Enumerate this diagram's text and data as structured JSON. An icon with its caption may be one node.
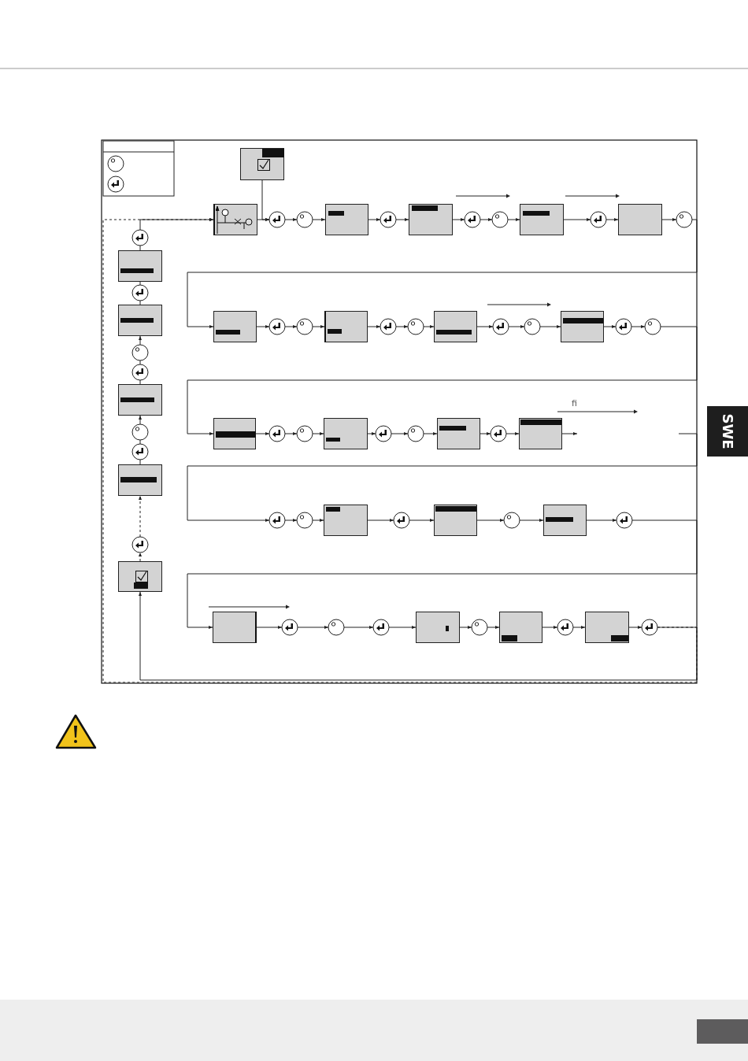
{
  "diagram": {
    "nodes": [
      {
        "text": [],
        "shape": "box"
      },
      {
        "text": [],
        "shape": "box"
      },
      {
        "text": [],
        "shape": "button"
      },
      {
        "text": [],
        "shape": "circle"
      },
      {
        "text": [],
        "shape": "box"
      },
      {
        "text": [],
        "shape": "button"
      },
      {
        "text": [],
        "shape": "box"
      },
      {
        "text": [],
        "shape": "button"
      },
      {
        "text": [],
        "shape": "circle"
      },
      {
        "text": [],
        "shape": "box"
      },
      {
        "text": [],
        "shape": "button"
      },
      {
        "text": [],
        "shape": "box"
      },
      {
        "text": [],
        "shape": "circle"
      },
      {
        "text": [],
        "shape": "box"
      },
      {
        "text": [],
        "shape": "button"
      },
      {
        "text": [],
        "shape": "circle"
      },
      {
        "text": [],
        "shape": "box"
      },
      {
        "text": [],
        "shape": "button"
      },
      {
        "text": [],
        "shape": "circle"
      },
      {
        "text": [],
        "shape": "box"
      },
      {
        "text": [],
        "shape": "button"
      },
      {
        "text": [],
        "shape": "circle"
      },
      {
        "text": [],
        "shape": "box"
      },
      {
        "text": [],
        "shape": "button"
      },
      {
        "text": [],
        "shape": "circle"
      },
      {
        "text": [],
        "shape": "box"
      },
      {
        "text": [],
        "shape": "button"
      },
      {
        "text": [],
        "shape": "circle"
      },
      {
        "text": [],
        "shape": "box"
      },
      {
        "text": [],
        "shape": "button"
      },
      {
        "text": [],
        "shape": "circle"
      },
      {
        "text": [],
        "shape": "box"
      },
      {
        "text": [],
        "shape": "button"
      },
      {
        "text": [],
        "shape": "box"
      },
      {
        "text": [],
        "shape": "button"
      },
      {
        "text": [],
        "shape": "circle"
      },
      {
        "text": [],
        "shape": "box"
      },
      {
        "text": [],
        "shape": "button"
      },
      {
        "text": [],
        "shape": "box"
      },
      {
        "text": [],
        "shape": "circle"
      },
      {
        "text": [],
        "shape": "box"
      },
      {
        "text": [],
        "shape": "button"
      },
      {
        "text": [],
        "shape": "box"
      },
      {
        "text": [],
        "shape": "button"
      },
      {
        "text": [],
        "shape": "circle"
      },
      {
        "text": [],
        "shape": "button"
      },
      {
        "text": [],
        "shape": "box"
      },
      {
        "text": [],
        "shape": "circle"
      },
      {
        "text": [],
        "shape": "box"
      },
      {
        "text": [],
        "shape": "button"
      },
      {
        "text": [],
        "shape": "box"
      },
      {
        "text": [],
        "shape": "button"
      },
      {
        "text": [],
        "shape": "button"
      },
      {
        "text": [],
        "shape": "box"
      },
      {
        "text": [],
        "shape": "button"
      },
      {
        "text": [],
        "shape": "box"
      },
      {
        "text": [],
        "shape": "circle"
      },
      {
        "text": [],
        "shape": "button"
      },
      {
        "text": [],
        "shape": "box"
      },
      {
        "text": [],
        "shape": "circle"
      },
      {
        "text": [],
        "shape": "button"
      },
      {
        "text": [],
        "shape": "box"
      },
      {
        "text": [],
        "shape": "button"
      },
      {
        "text": [],
        "shape": "box"
      }
    ],
    "edges": [
      {
        "from": 0,
        "to": 2,
        "arrow": "to"
      },
      {
        "from": 1,
        "to": 2,
        "arrow": "to"
      },
      {
        "from": 2,
        "to": 3,
        "arrow": "to"
      },
      {
        "from": 3,
        "to": 4,
        "arrow": "to"
      },
      {
        "from": 4,
        "to": 5,
        "arrow": "to"
      },
      {
        "from": 5,
        "to": 6,
        "arrow": "to"
      },
      {
        "from": 6,
        "to": 7,
        "arrow": "to"
      },
      {
        "from": 7,
        "to": 8,
        "arrow": "to"
      },
      {
        "from": 8,
        "to": 9,
        "arrow": "to"
      },
      {
        "from": 9,
        "to": 10,
        "arrow": "to"
      },
      {
        "from": 10,
        "to": 11,
        "arrow": "to"
      },
      {
        "from": 11,
        "to": 12,
        "arrow": "to"
      },
      {
        "from": 12,
        "to": 13,
        "arrow": "to"
      },
      {
        "from": 13,
        "to": 14,
        "arrow": "to"
      },
      {
        "from": 14,
        "to": 15,
        "arrow": "to"
      },
      {
        "from": 15,
        "to": 16,
        "arrow": "to"
      },
      {
        "from": 16,
        "to": 17,
        "arrow": "to"
      },
      {
        "from": 17,
        "to": 18,
        "arrow": "to"
      },
      {
        "from": 18,
        "to": 19,
        "arrow": "to"
      },
      {
        "from": 19,
        "to": 20,
        "arrow": "to"
      },
      {
        "from": 20,
        "to": 21,
        "arrow": "to"
      },
      {
        "from": 21,
        "to": 22,
        "arrow": "to"
      },
      {
        "from": 22,
        "to": 23,
        "arrow": "to"
      },
      {
        "from": 23,
        "to": 24,
        "arrow": "to"
      },
      {
        "from": 24,
        "to": 25,
        "arrow": "to"
      },
      {
        "from": 25,
        "to": 26,
        "arrow": "to"
      },
      {
        "from": 26,
        "to": 27,
        "arrow": "to"
      },
      {
        "from": 27,
        "to": 28,
        "arrow": "to"
      },
      {
        "from": 28,
        "to": 29,
        "arrow": "to"
      },
      {
        "from": 29,
        "to": 30,
        "arrow": "to"
      },
      {
        "from": 30,
        "to": 31,
        "arrow": "to"
      },
      {
        "from": 31,
        "to": 32,
        "arrow": "to"
      },
      {
        "from": 32,
        "to": 33,
        "arrow": "to"
      },
      {
        "from": 33,
        "to": null,
        "arrow": "to"
      },
      {
        "from": null,
        "to": 34,
        "arrow": "to"
      },
      {
        "from": 34,
        "to": 35,
        "arrow": "to"
      },
      {
        "from": 35,
        "to": 36,
        "arrow": "to"
      },
      {
        "from": 36,
        "to": 37,
        "arrow": "to"
      },
      {
        "from": 37,
        "to": 38,
        "arrow": "to"
      },
      {
        "from": 38,
        "to": 39,
        "arrow": "to"
      },
      {
        "from": 39,
        "to": 40,
        "arrow": "to"
      },
      {
        "from": 40,
        "to": 41,
        "arrow": "to"
      },
      {
        "from": 41,
        "to": 42,
        "arrow": "to"
      },
      {
        "from": 42,
        "to": 43,
        "arrow": "to"
      },
      {
        "from": 43,
        "to": 44,
        "arrow": "to"
      },
      {
        "from": 44,
        "to": 45,
        "arrow": "to"
      },
      {
        "from": 45,
        "to": 46,
        "arrow": "to"
      },
      {
        "from": 46,
        "to": 47,
        "arrow": "to"
      },
      {
        "from": 47,
        "to": 48,
        "arrow": "to"
      },
      {
        "from": 48,
        "to": 49,
        "arrow": "to"
      },
      {
        "from": 49,
        "to": 50,
        "arrow": "to"
      },
      {
        "from": 50,
        "to": 51,
        "arrow": "to"
      },
      {
        "from": 51,
        "to": 63,
        "arrow": "to"
      },
      {
        "from": 51,
        "to": 1,
        "arrow": "to",
        "style": "dashed"
      },
      {
        "from": 63,
        "to": 62,
        "arrow": "to",
        "style": "dashed"
      },
      {
        "from": 62,
        "to": 61,
        "arrow": "to",
        "style": "dashed"
      },
      {
        "from": 61,
        "to": 60,
        "arrow": "none"
      },
      {
        "from": 60,
        "to": 59,
        "arrow": "none"
      },
      {
        "from": 59,
        "to": 58,
        "arrow": "to"
      },
      {
        "from": 58,
        "to": 57,
        "arrow": "none"
      },
      {
        "from": 57,
        "to": 56,
        "arrow": "none"
      },
      {
        "from": 56,
        "to": 55,
        "arrow": "to"
      },
      {
        "from": 55,
        "to": 54,
        "arrow": "none"
      },
      {
        "from": 54,
        "to": 53,
        "arrow": "none"
      },
      {
        "from": 53,
        "to": 52,
        "arrow": "none"
      },
      {
        "from": 52,
        "to": 1,
        "arrow": "to"
      }
    ],
    "labels": [
      "ﬁ",
      "SWE"
    ]
  }
}
